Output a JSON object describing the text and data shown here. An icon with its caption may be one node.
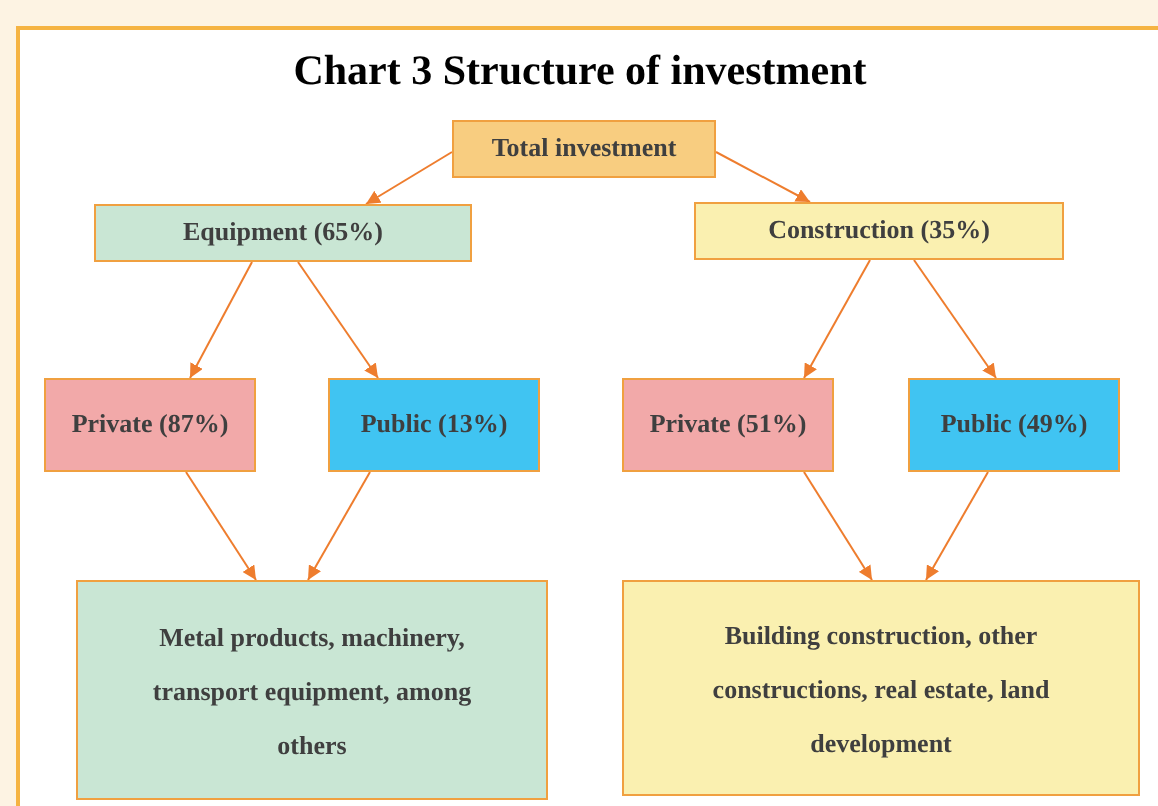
{
  "diagram": {
    "title": "Chart 3 Structure of investment",
    "nodes": [
      {
        "text": [
          "Total investment"
        ]
      },
      {
        "text": [
          "Equipment (65%)"
        ]
      },
      {
        "text": [
          "Construction (35%)"
        ]
      },
      {
        "text": [
          "Private (87%)"
        ]
      },
      {
        "text": [
          "Public (13%)"
        ]
      },
      {
        "text": [
          "Private (51%)"
        ]
      },
      {
        "text": [
          "Public (49%)"
        ]
      },
      {
        "text": [
          "Metal products, machinery, transport equipment, among others"
        ]
      },
      {
        "text": [
          "Building construction, other constructions, real estate, land development"
        ]
      }
    ],
    "edges": [
      {
        "from": 0,
        "to": 1,
        "arrow": "to"
      },
      {
        "from": 0,
        "to": 2,
        "arrow": "to"
      },
      {
        "from": 1,
        "to": 3,
        "arrow": "to"
      },
      {
        "from": 1,
        "to": 4,
        "arrow": "to"
      },
      {
        "from": 2,
        "to": 5,
        "arrow": "to"
      },
      {
        "from": 2,
        "to": 6,
        "arrow": "to"
      },
      {
        "from": 3,
        "to": 7,
        "arrow": "to"
      },
      {
        "from": 4,
        "to": 7,
        "arrow": "to"
      },
      {
        "from": 5,
        "to": 8,
        "arrow": "to"
      },
      {
        "from": 6,
        "to": 8,
        "arrow": "to"
      }
    ]
  }
}
